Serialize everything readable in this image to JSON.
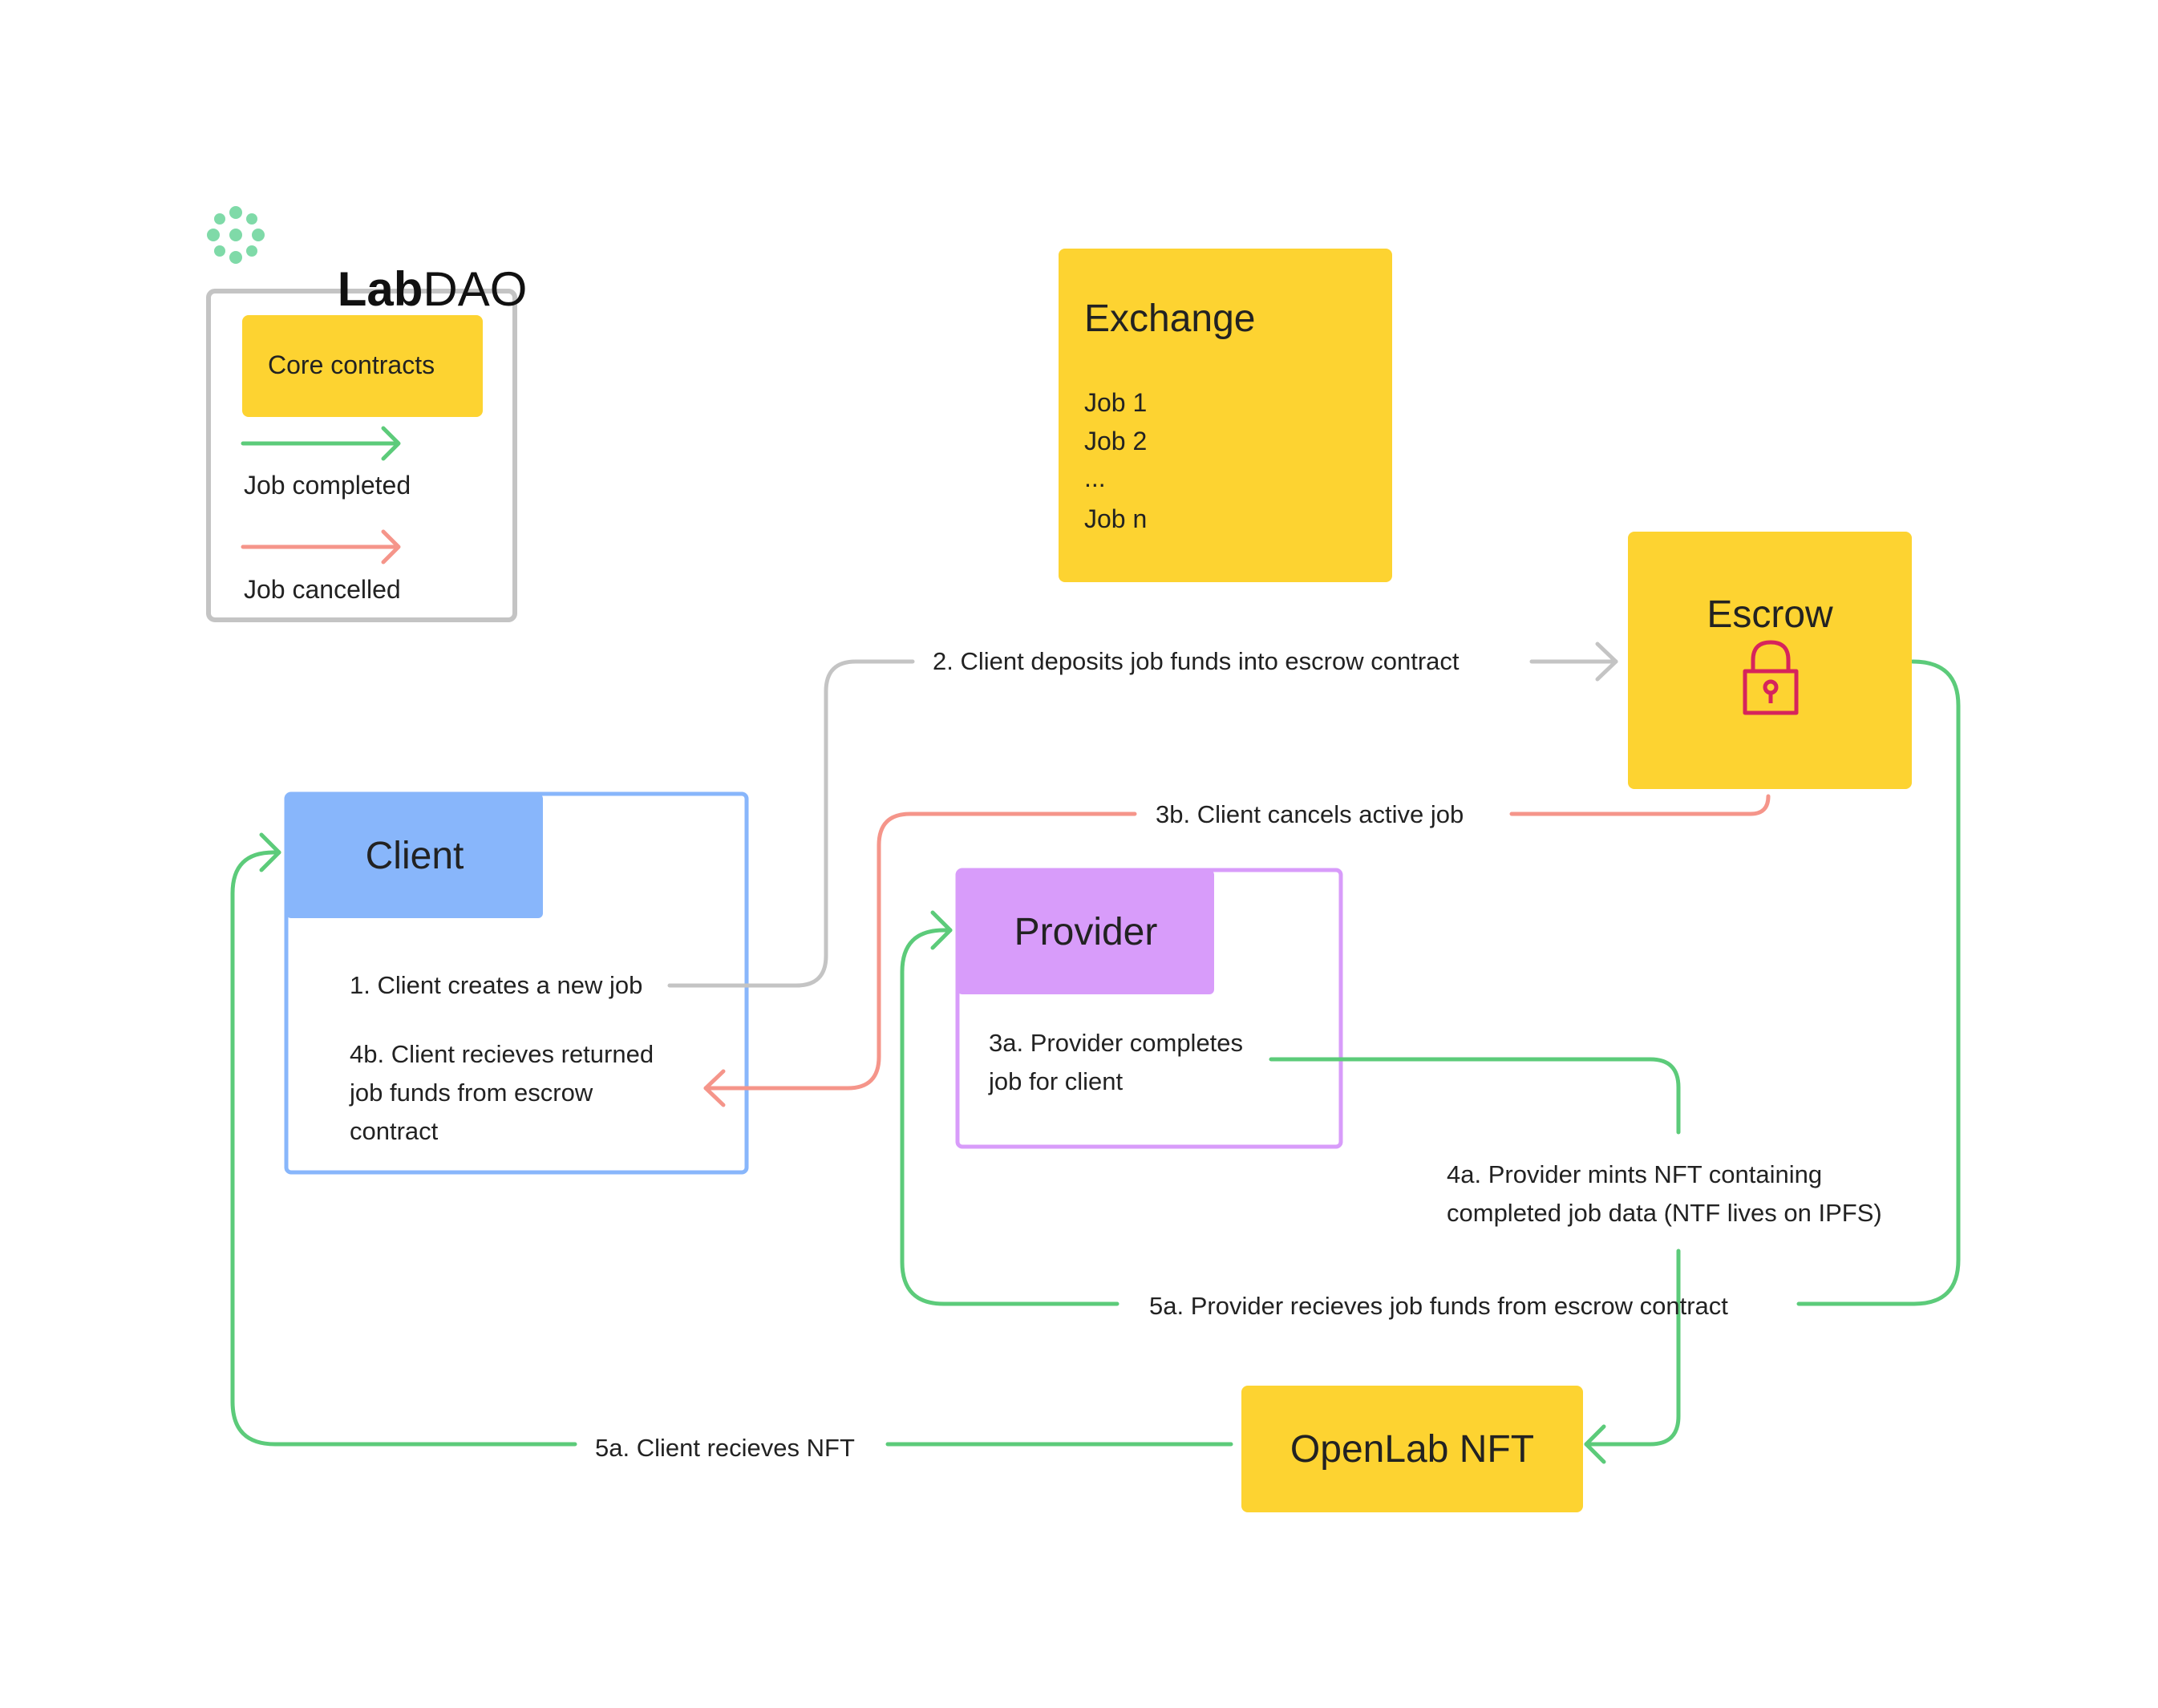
{
  "logo": {
    "bold": "Lab",
    "light": "DAO"
  },
  "legend": {
    "core_contracts": "Core contracts",
    "job_completed": "Job completed",
    "job_cancelled": "Job cancelled"
  },
  "exchange": {
    "title": "Exchange",
    "jobs": [
      "Job 1",
      "Job 2",
      "...",
      "Job n"
    ]
  },
  "escrow": {
    "title": "Escrow",
    "icon": "lock-icon"
  },
  "client": {
    "title": "Client",
    "step1": "1. Client creates a new job",
    "step4b": "4b. Client recieves returned\njob funds from escrow\ncontract"
  },
  "provider": {
    "title": "Provider",
    "step3a": "3a. Provider completes\njob for client"
  },
  "openlab": {
    "title": "OpenLab NFT"
  },
  "edges": {
    "step2": "2. Client deposits job funds into escrow contract",
    "step3b": "3b. Client cancels active job",
    "step4a": "4a. Provider mints NFT containing\ncompleted job data (NTF lives on IPFS)",
    "step5a_provider": "5a. Provider recieves job funds from escrow contract",
    "step5a_client": "5a. Client recieves NFT"
  },
  "colors": {
    "core": "#FDD331",
    "completed": "#5CCB7A",
    "cancelled": "#F5958A",
    "neutral": "#C4C4C4",
    "client": "#88B6FB",
    "provider": "#D89CFA",
    "logo": "#7FDAA8",
    "lock": "#D6245C"
  }
}
